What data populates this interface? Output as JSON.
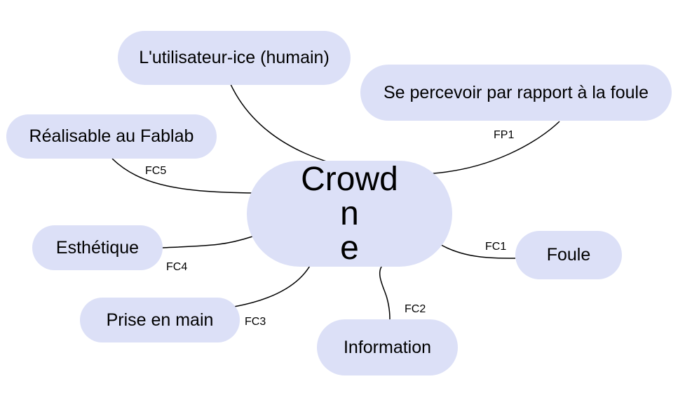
{
  "center": {
    "lines": [
      "Crowd",
      "n",
      "e"
    ]
  },
  "nodes": {
    "user": "L'utilisateur-ice (humain)",
    "crowd_perception": "Se percevoir par rapport à la foule",
    "fablab": "Réalisable au Fablab",
    "aesthetic": "Esthétique",
    "crowd": "Foule",
    "handling": "Prise en main",
    "information": "Information"
  },
  "links": {
    "fp1": "FP1",
    "fc1": "FC1",
    "fc2": "FC2",
    "fc3": "FC3",
    "fc4": "FC4",
    "fc5": "FC5"
  },
  "colors": {
    "node_fill": "#dce0f7",
    "line": "#000000"
  }
}
